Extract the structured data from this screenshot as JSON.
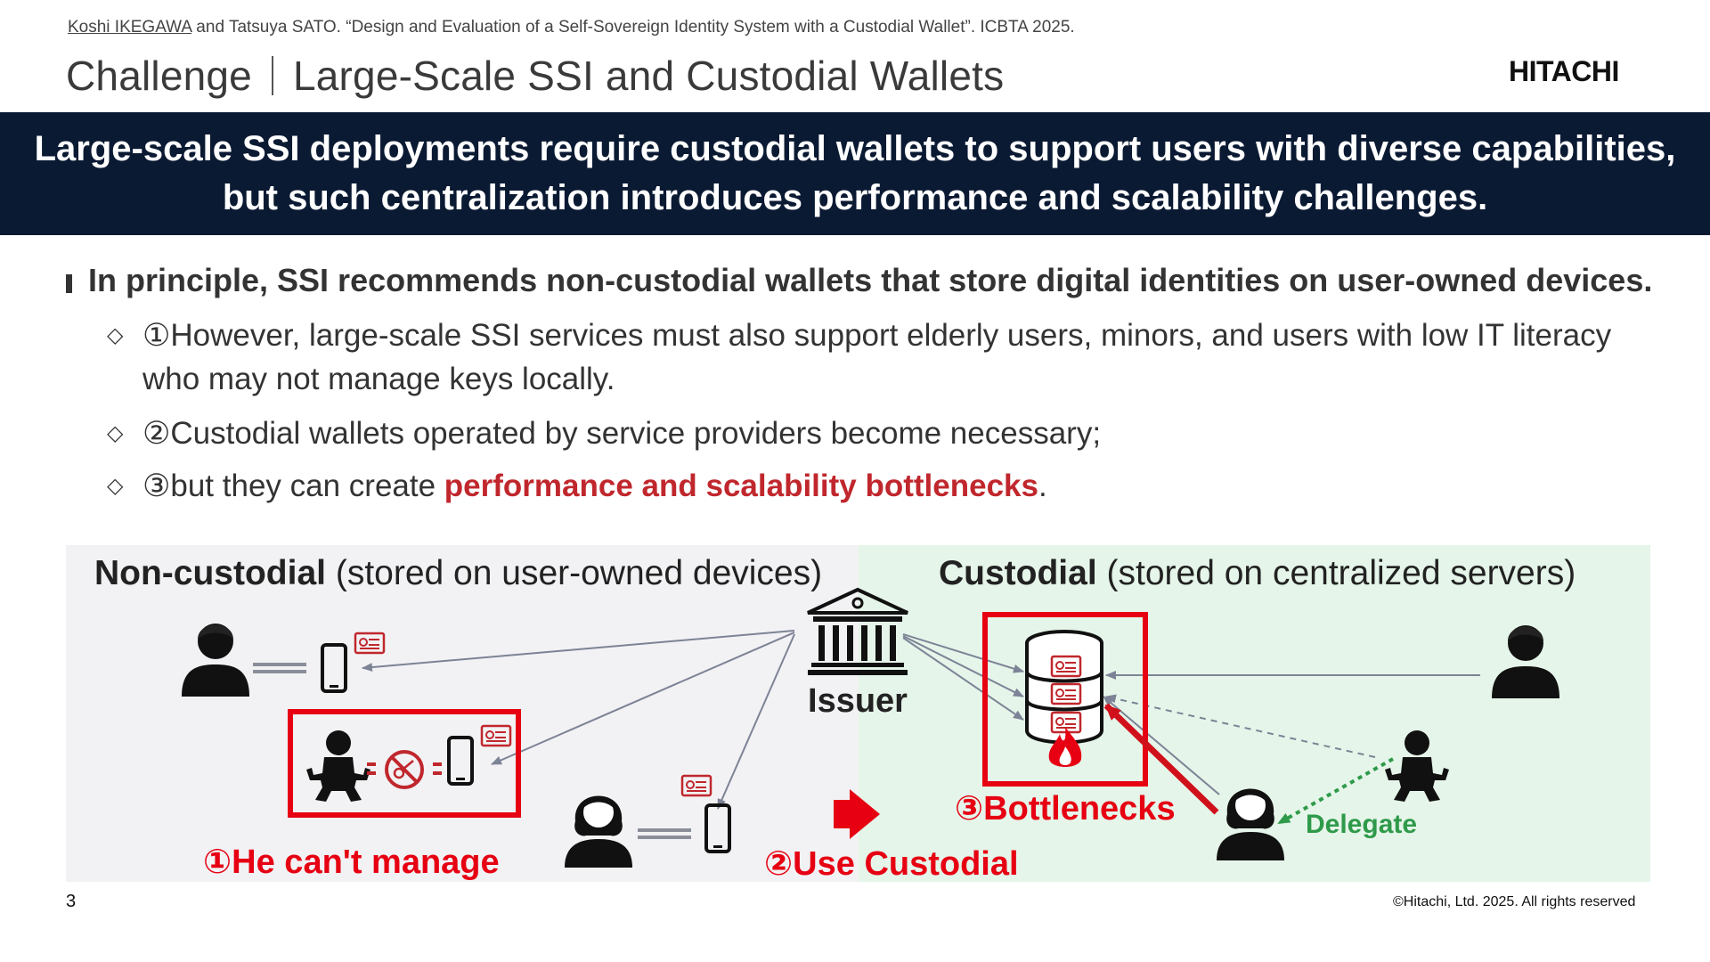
{
  "header": {
    "citation_author": "Koshi IKEGAWA",
    "citation_rest": " and Tatsuya SATO. “Design and Evaluation of a Self-Sovereign Identity System with a Custodial Wallet”. ICBTA 2025.",
    "title_left": "Challenge",
    "title_right": "Large-Scale SSI and Custodial Wallets",
    "logo": "HITACHI"
  },
  "banner": {
    "line1": "Large-scale SSI deployments require custodial wallets to support users with diverse capabilities,",
    "line2": "but such centralization introduces performance and scalability challenges."
  },
  "bullets": {
    "main": "In principle, SSI recommends non-custodial wallets that store digital identities on user-owned devices.",
    "sub_marker": "◇",
    "sub1": "①However, large-scale SSI services must also support elderly users, minors, and users with low IT literacy who may not manage keys locally.",
    "sub2": "②Custodial wallets operated by service providers become necessary;",
    "sub3_pre": "③but they can create ",
    "sub3_highlight": "performance and scalability bottlenecks",
    "sub3_post": "."
  },
  "diagram": {
    "noncustodial_title_bold": "Non-custodial",
    "noncustodial_title_rest": " (stored on user-owned devices)",
    "custodial_title_bold": "Custodial",
    "custodial_title_rest": " (stored on centralized servers)",
    "issuer_label": "Issuer",
    "label_cant_manage": "①He can't manage",
    "label_use_custodial": "②Use Custodial",
    "label_bottlenecks": "③Bottlenecks",
    "label_delegate": "Delegate",
    "colors": {
      "noncustodial_bg": "#f2f2f4",
      "custodial_bg": "#e5f5e9",
      "highlight_red": "#e60012",
      "delegate_green": "#2e9a4a",
      "arrow_gray": "#7d8396",
      "credential_red": "#c0272d"
    },
    "icons": [
      "person-icon",
      "smartphone-icon",
      "credential-card-icon",
      "baby-icon",
      "no-key-icon",
      "bank-icon",
      "database-server-icon",
      "fire-icon",
      "woman-icon",
      "right-arrow-icon"
    ]
  },
  "footer": {
    "page_number": "3",
    "copyright": "©Hitachi, Ltd. 2025. All rights reserved"
  }
}
